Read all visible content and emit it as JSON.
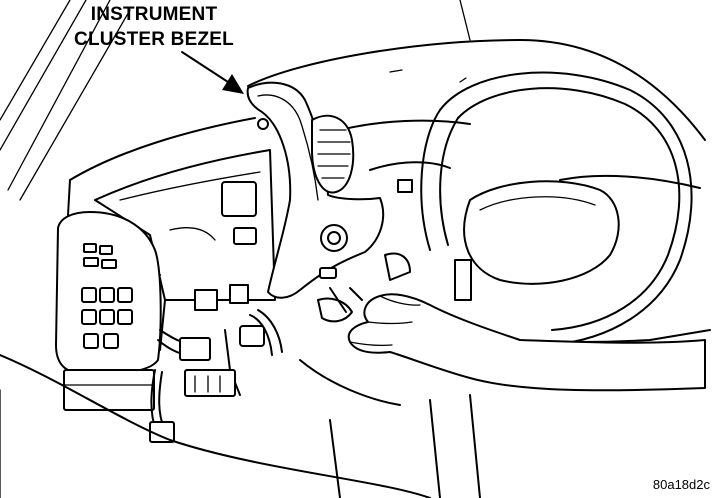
{
  "labels": {
    "callout_line1": "INSTRUMENT",
    "callout_line2": "CLUSTER BEZEL",
    "figure_code": "80a18d2c"
  },
  "colors": {
    "ink": "#000000",
    "paper": "#ffffff"
  }
}
